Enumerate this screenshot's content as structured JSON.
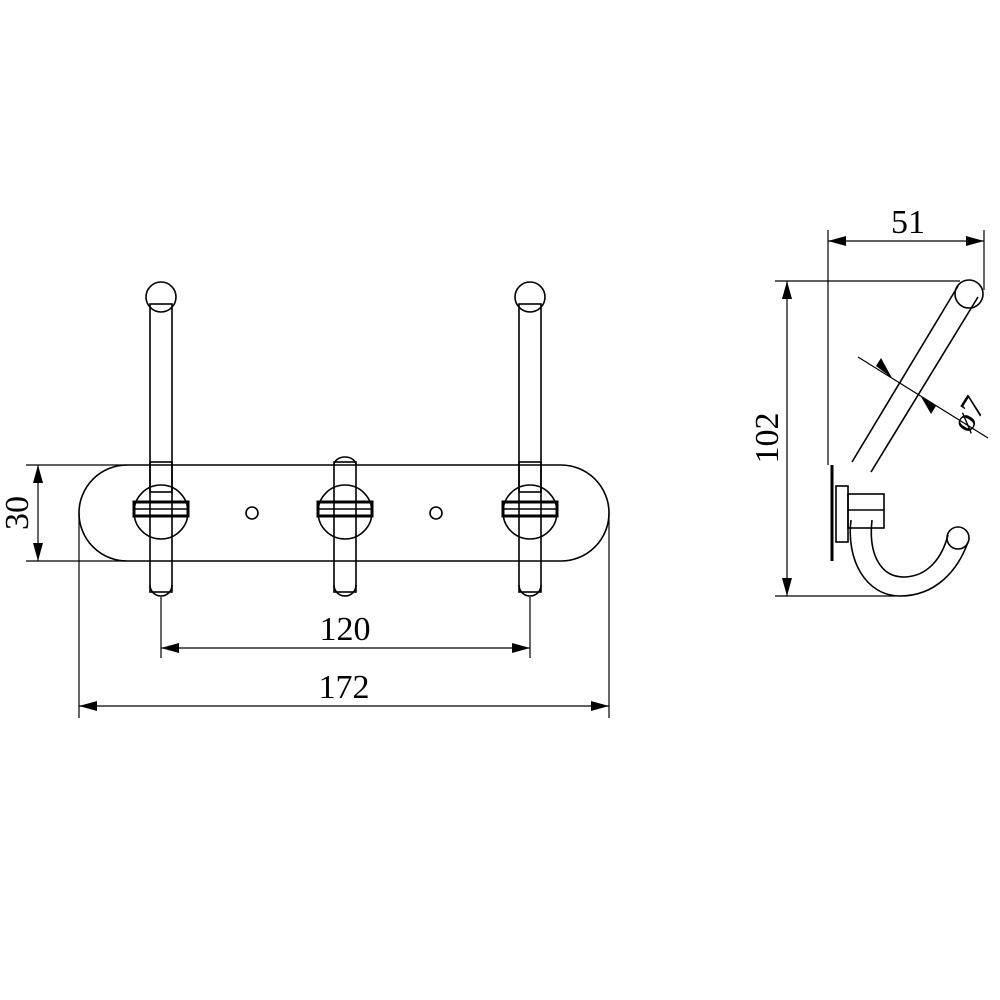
{
  "dimensions": {
    "pin_spacing": "120",
    "overall_width": "172",
    "plate_height": "30",
    "hook_depth": "51",
    "hook_height": "102",
    "rod_diameter": "ø7"
  }
}
